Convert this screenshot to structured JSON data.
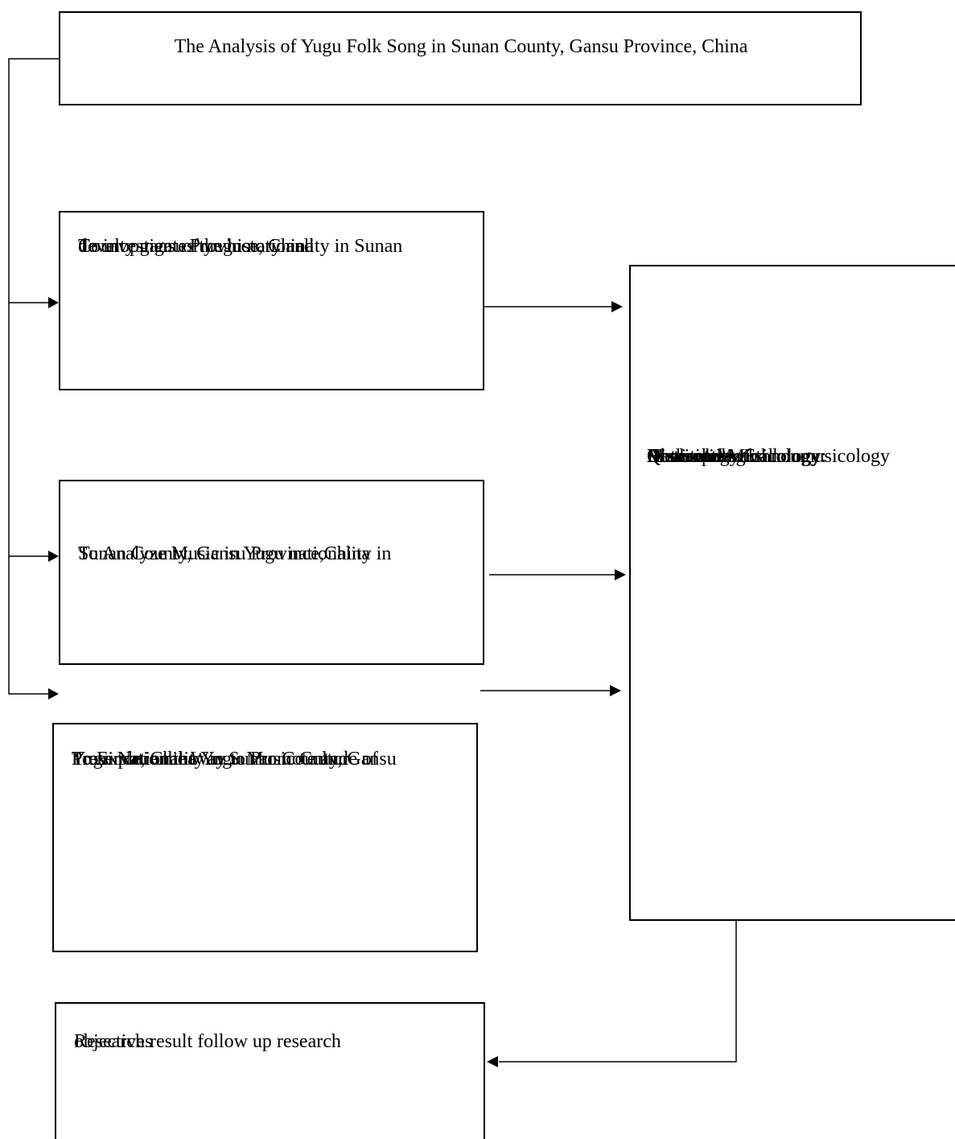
{
  "diagram": {
    "title": "The Analysis of Yugu Folk Song in Sunan County, Gansu Province, China",
    "objectives": [
      {
        "lines": [
          "To investigates the history and",
          "development of yugu nationality in Sunan",
          "County gansu Province, China"
        ]
      },
      {
        "lines": [
          "To Analyze Music in Yugu nationality in",
          "Sunan County, Gansu Province,China"
        ]
      },
      {
        "lines": [
          "To Explore the Way to Promote and",
          "Preservation the Yugu Music Culture of",
          "Yugu Nationality in Sunan County, Gansu",
          "Province, China"
        ]
      }
    ],
    "methodology": {
      "lines": [
        "Reseach Mothodology:",
        "Qualitative",
        "Observation",
        "Documents",
        "Anthropological",
        "Musicology Ethnoumusicology",
        "Historical Musicology"
      ]
    },
    "result": {
      "lines": [
        "Research result follow up research",
        "objectives"
      ]
    }
  },
  "colors": {
    "line": "#000000",
    "background": "#ffffff"
  }
}
